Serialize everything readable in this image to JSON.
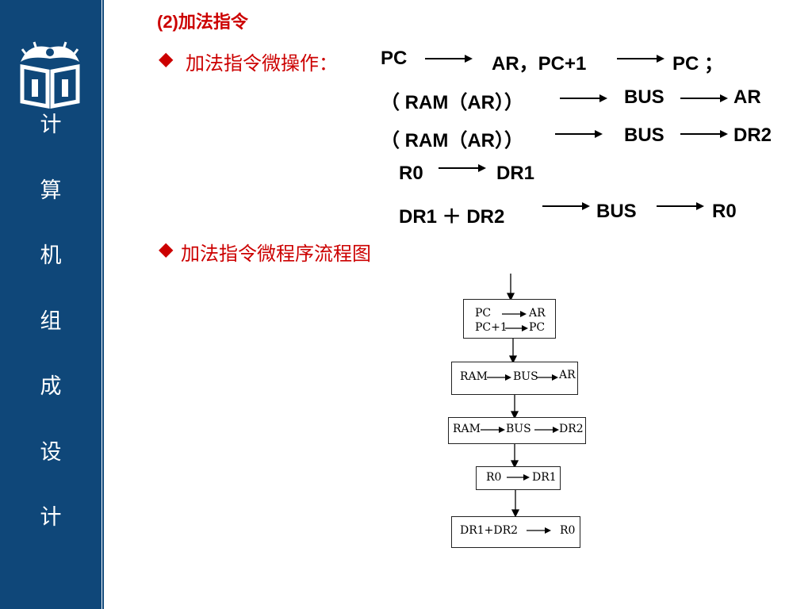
{
  "sidebar": {
    "title_chars": [
      "计",
      "算",
      "机",
      "组",
      "成",
      "设",
      "计"
    ]
  },
  "heading": "(2)加法指令",
  "bullet1": {
    "label": "加法指令微操作：",
    "ops": [
      {
        "a": "PC",
        "b": "AR，PC+1",
        "c": "PC ；"
      },
      {
        "a": "（ RAM（AR））",
        "b": "BUS",
        "c": "AR"
      },
      {
        "a": "（ RAM（AR））",
        "b": "BUS",
        "c": "DR2"
      },
      {
        "a": "R0",
        "b": "DR1"
      },
      {
        "a": "DR1 ＋ DR2",
        "b": "BUS",
        "c": "R0"
      }
    ]
  },
  "bullet2": {
    "label": "加法指令微程序流程图"
  },
  "flowchart": [
    {
      "lines": [
        {
          "a": "PC",
          "b": "AR"
        },
        {
          "a": "PC+1",
          "b": "PC"
        }
      ]
    },
    {
      "lines": [
        {
          "a": "RAM",
          "b": "BUS",
          "c": "AR"
        }
      ]
    },
    {
      "lines": [
        {
          "a": "RAM",
          "b": "BUS",
          "c": "DR2"
        }
      ]
    },
    {
      "lines": [
        {
          "a": "R0",
          "b": "DR1"
        }
      ]
    },
    {
      "lines": [
        {
          "a": "DR1+DR2",
          "b": "R0"
        }
      ]
    }
  ],
  "colors": {
    "sidebar": "#0f4779",
    "accent": "#cc0000"
  }
}
